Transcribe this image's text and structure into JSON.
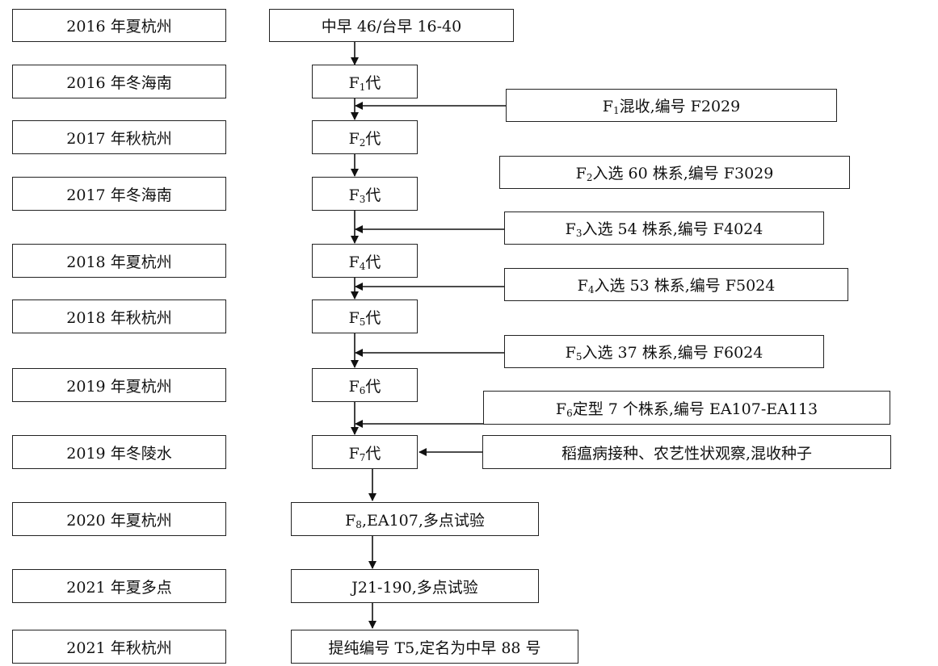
{
  "stages": [
    "2016 年夏杭州",
    "2016 年冬海南",
    "2017 年秋杭州",
    "2017 年冬海南",
    "2018 年夏杭州",
    "2018 年秋杭州",
    "2019 年夏杭州",
    "2019 年冬陵水",
    "2020 年夏杭州",
    "2021 年夏多点",
    "2021 年秋杭州"
  ],
  "generations": [
    {
      "text": "中早 46/台早 16-40"
    },
    {
      "prefix": "F",
      "sub": "1",
      "suffix": "代"
    },
    {
      "prefix": "F",
      "sub": "2",
      "suffix": "代"
    },
    {
      "prefix": "F",
      "sub": "3",
      "suffix": "代"
    },
    {
      "prefix": "F",
      "sub": "4",
      "suffix": "代"
    },
    {
      "prefix": "F",
      "sub": "5",
      "suffix": "代"
    },
    {
      "prefix": "F",
      "sub": "6",
      "suffix": "代"
    },
    {
      "prefix": "F",
      "sub": "7",
      "suffix": "代"
    },
    {
      "prefix": "F",
      "sub": "8",
      "suffix": ",EA107,多点试验"
    },
    {
      "text": "J21-190,多点试验"
    },
    {
      "text": "提纯编号 T5,定名为中早 88 号"
    }
  ],
  "notes": [
    {
      "prefix": "F",
      "sub": "1",
      "suffix": "混收,编号 F2029"
    },
    {
      "prefix": "F",
      "sub": "2",
      "suffix": "入选 60 株系,编号 F3029"
    },
    {
      "prefix": "F",
      "sub": "3",
      "suffix": "入选 54 株系,编号 F4024"
    },
    {
      "prefix": "F",
      "sub": "4",
      "suffix": "入选 53 株系,编号 F5024"
    },
    {
      "prefix": "F",
      "sub": "5",
      "suffix": "入选 37 株系,编号 F6024"
    },
    {
      "prefix": "F",
      "sub": "6",
      "suffix": "定型 7 个株系,编号 EA107-EA113"
    },
    {
      "text": "稻瘟病接种、农艺性状观察,混收种子"
    }
  ]
}
